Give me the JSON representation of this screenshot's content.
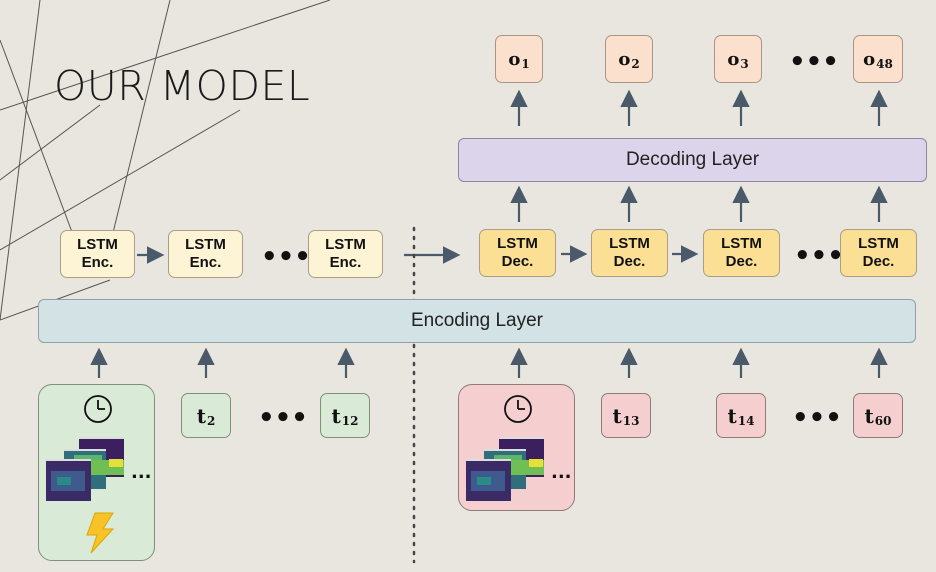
{
  "title": "OUR MODEL",
  "encoding_layer": "Encoding Layer",
  "decoding_layer": "Decoding Layer",
  "ellipsis": "•••",
  "encoders": [
    {
      "line1": "LSTM",
      "line2": "Enc."
    },
    {
      "line1": "LSTM",
      "line2": "Enc."
    },
    {
      "line1": "LSTM",
      "line2": "Enc."
    }
  ],
  "decoders": [
    {
      "line1": "LSTM",
      "line2": "Dec."
    },
    {
      "line1": "LSTM",
      "line2": "Dec."
    },
    {
      "line1": "LSTM",
      "line2": "Dec."
    },
    {
      "line1": "LSTM",
      "line2": "Dec."
    }
  ],
  "outputs": [
    {
      "base": "o",
      "sub": "1"
    },
    {
      "base": "o",
      "sub": "2"
    },
    {
      "base": "o",
      "sub": "3"
    },
    {
      "base": "o",
      "sub": "48"
    }
  ],
  "inputs_encoder": [
    {
      "base": "t",
      "sub": "2"
    },
    {
      "base": "t",
      "sub": "12"
    }
  ],
  "inputs_decoder": [
    {
      "base": "t",
      "sub": "13"
    },
    {
      "base": "t",
      "sub": "14"
    },
    {
      "base": "t",
      "sub": "60"
    }
  ],
  "input_group_ellipsis": "...",
  "colors": {
    "arrow": "#4a5a6a",
    "encoder_fill": "#fdf3d5",
    "decoder_fill": "#fbdf94",
    "output_fill": "#fbe0ce",
    "encoder_input_fill": "#d9ead7",
    "decoder_input_fill": "#f5cfcf",
    "encoding_layer_fill": "#d3e2e4",
    "decoding_layer_fill": "#dcd4ea"
  },
  "icons": [
    "clock-icon",
    "image-stack-icon",
    "lightning-icon"
  ]
}
